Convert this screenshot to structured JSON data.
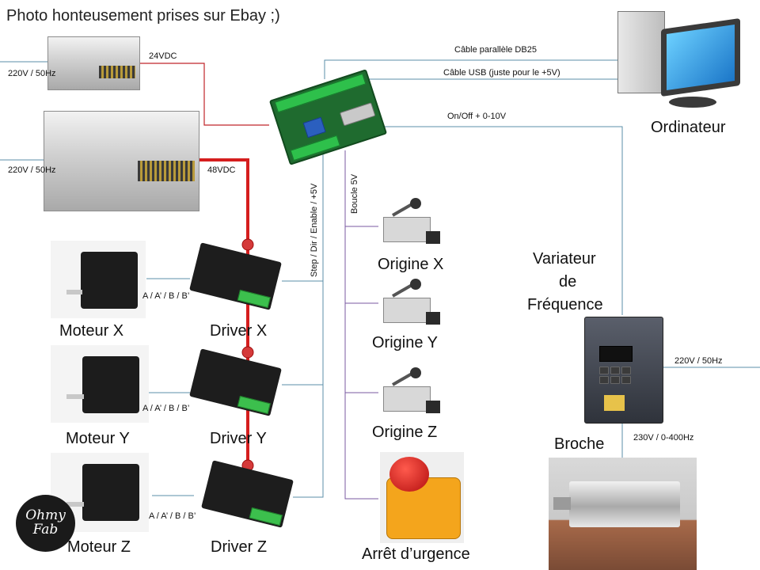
{
  "title": "Photo honteusement prises sur Ebay ;)",
  "labels": {
    "psu1_input": "220V / 50Hz",
    "psu1_output": "24VDC",
    "psu2_input": "220V / 50Hz",
    "psu2_output": "48VDC",
    "cable_db25": "Câble parallèle DB25",
    "cable_usb": "Câble USB (juste pour le +5V)",
    "cable_onoff": "On/Off + 0-10V",
    "step_dir": "Step / Dir / Enable / +5V",
    "boucle": "Boucle 5V",
    "abab_x": "A / A’ / B / B’",
    "abab_y": "A / A’ / B / B’",
    "abab_z": "A / A’ / B / B’",
    "vfd_input": "220V / 50Hz",
    "spindle_output": "230V / 0-400Hz"
  },
  "components": {
    "computer": "Ordinateur",
    "vfd_line1": "Variateur",
    "vfd_line2": "de",
    "vfd_line3": "Fréquence",
    "spindle": "Broche",
    "motor_x": "Moteur X",
    "motor_y": "Moteur Y",
    "motor_z": "Moteur Z",
    "driver_x": "Driver X",
    "driver_y": "Driver Y",
    "driver_z": "Driver Z",
    "origin_x": "Origine X",
    "origin_y": "Origine Y",
    "origin_z": "Origine Z",
    "estop": "Arrêt d’urgence"
  },
  "logo": {
    "line1": "Ohmy",
    "line2": "Fab"
  },
  "colors": {
    "power_24v": "#c0262a",
    "power_48v": "#d51e1e",
    "signal": "#5b8fa8",
    "limit": "#7a5aa0"
  }
}
